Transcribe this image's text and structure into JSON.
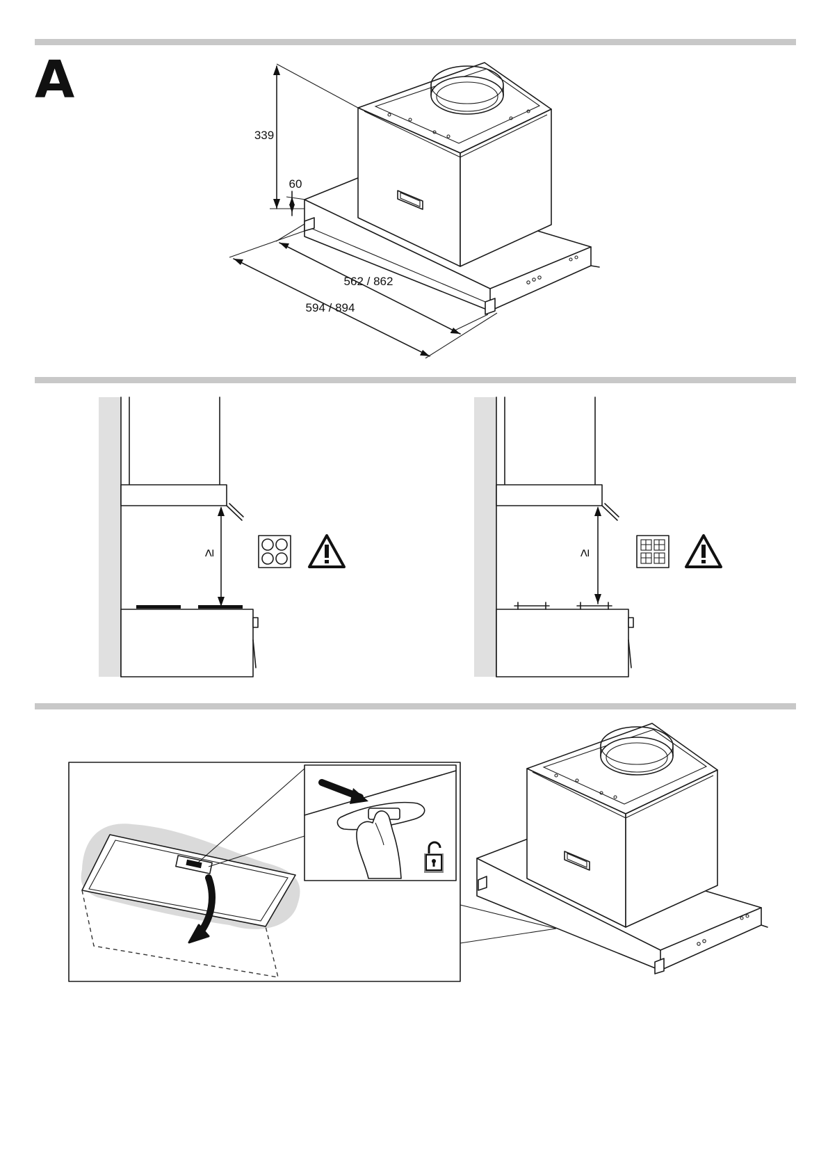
{
  "section_label": "A",
  "dimensions": {
    "height_total": "339",
    "height_canopy": "60",
    "depth_inner": "562 / 862",
    "width_outer": "594 / 894"
  },
  "clearance_symbol": "≥",
  "icons": {
    "hob_electric": "electric-hob-icon",
    "hob_gas": "gas-hob-icon",
    "warning": "warning-triangle-icon",
    "unlock": "unlock-padlock-icon"
  },
  "colors": {
    "section_bar": "#c8c8c8",
    "wall": "#e0e0e0",
    "filter_shadow": "#dadada",
    "unlock_badge": "#8a8a8a"
  }
}
